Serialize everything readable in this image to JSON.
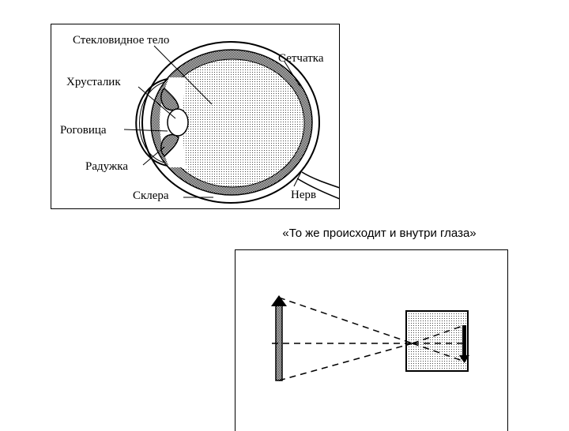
{
  "eye_diagram": {
    "labels": {
      "vitreous": "Стекловидное тело",
      "retina": "Сетчатка",
      "lens": "Хрусталик",
      "cornea": "Роговица",
      "iris": "Радужка",
      "sclera": "Склера",
      "nerve": "Нерв"
    }
  },
  "caption": "«То же происходит и внутри глаза»"
}
